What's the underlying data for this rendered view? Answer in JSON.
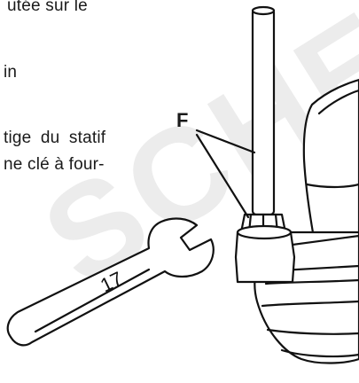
{
  "text_lines": [
    "utée sur le",
    "in",
    "tige du statif",
    "ne clé à four-"
  ],
  "callout_label": "F",
  "wrench_size": "17",
  "watermark_text": "SCHER"
}
